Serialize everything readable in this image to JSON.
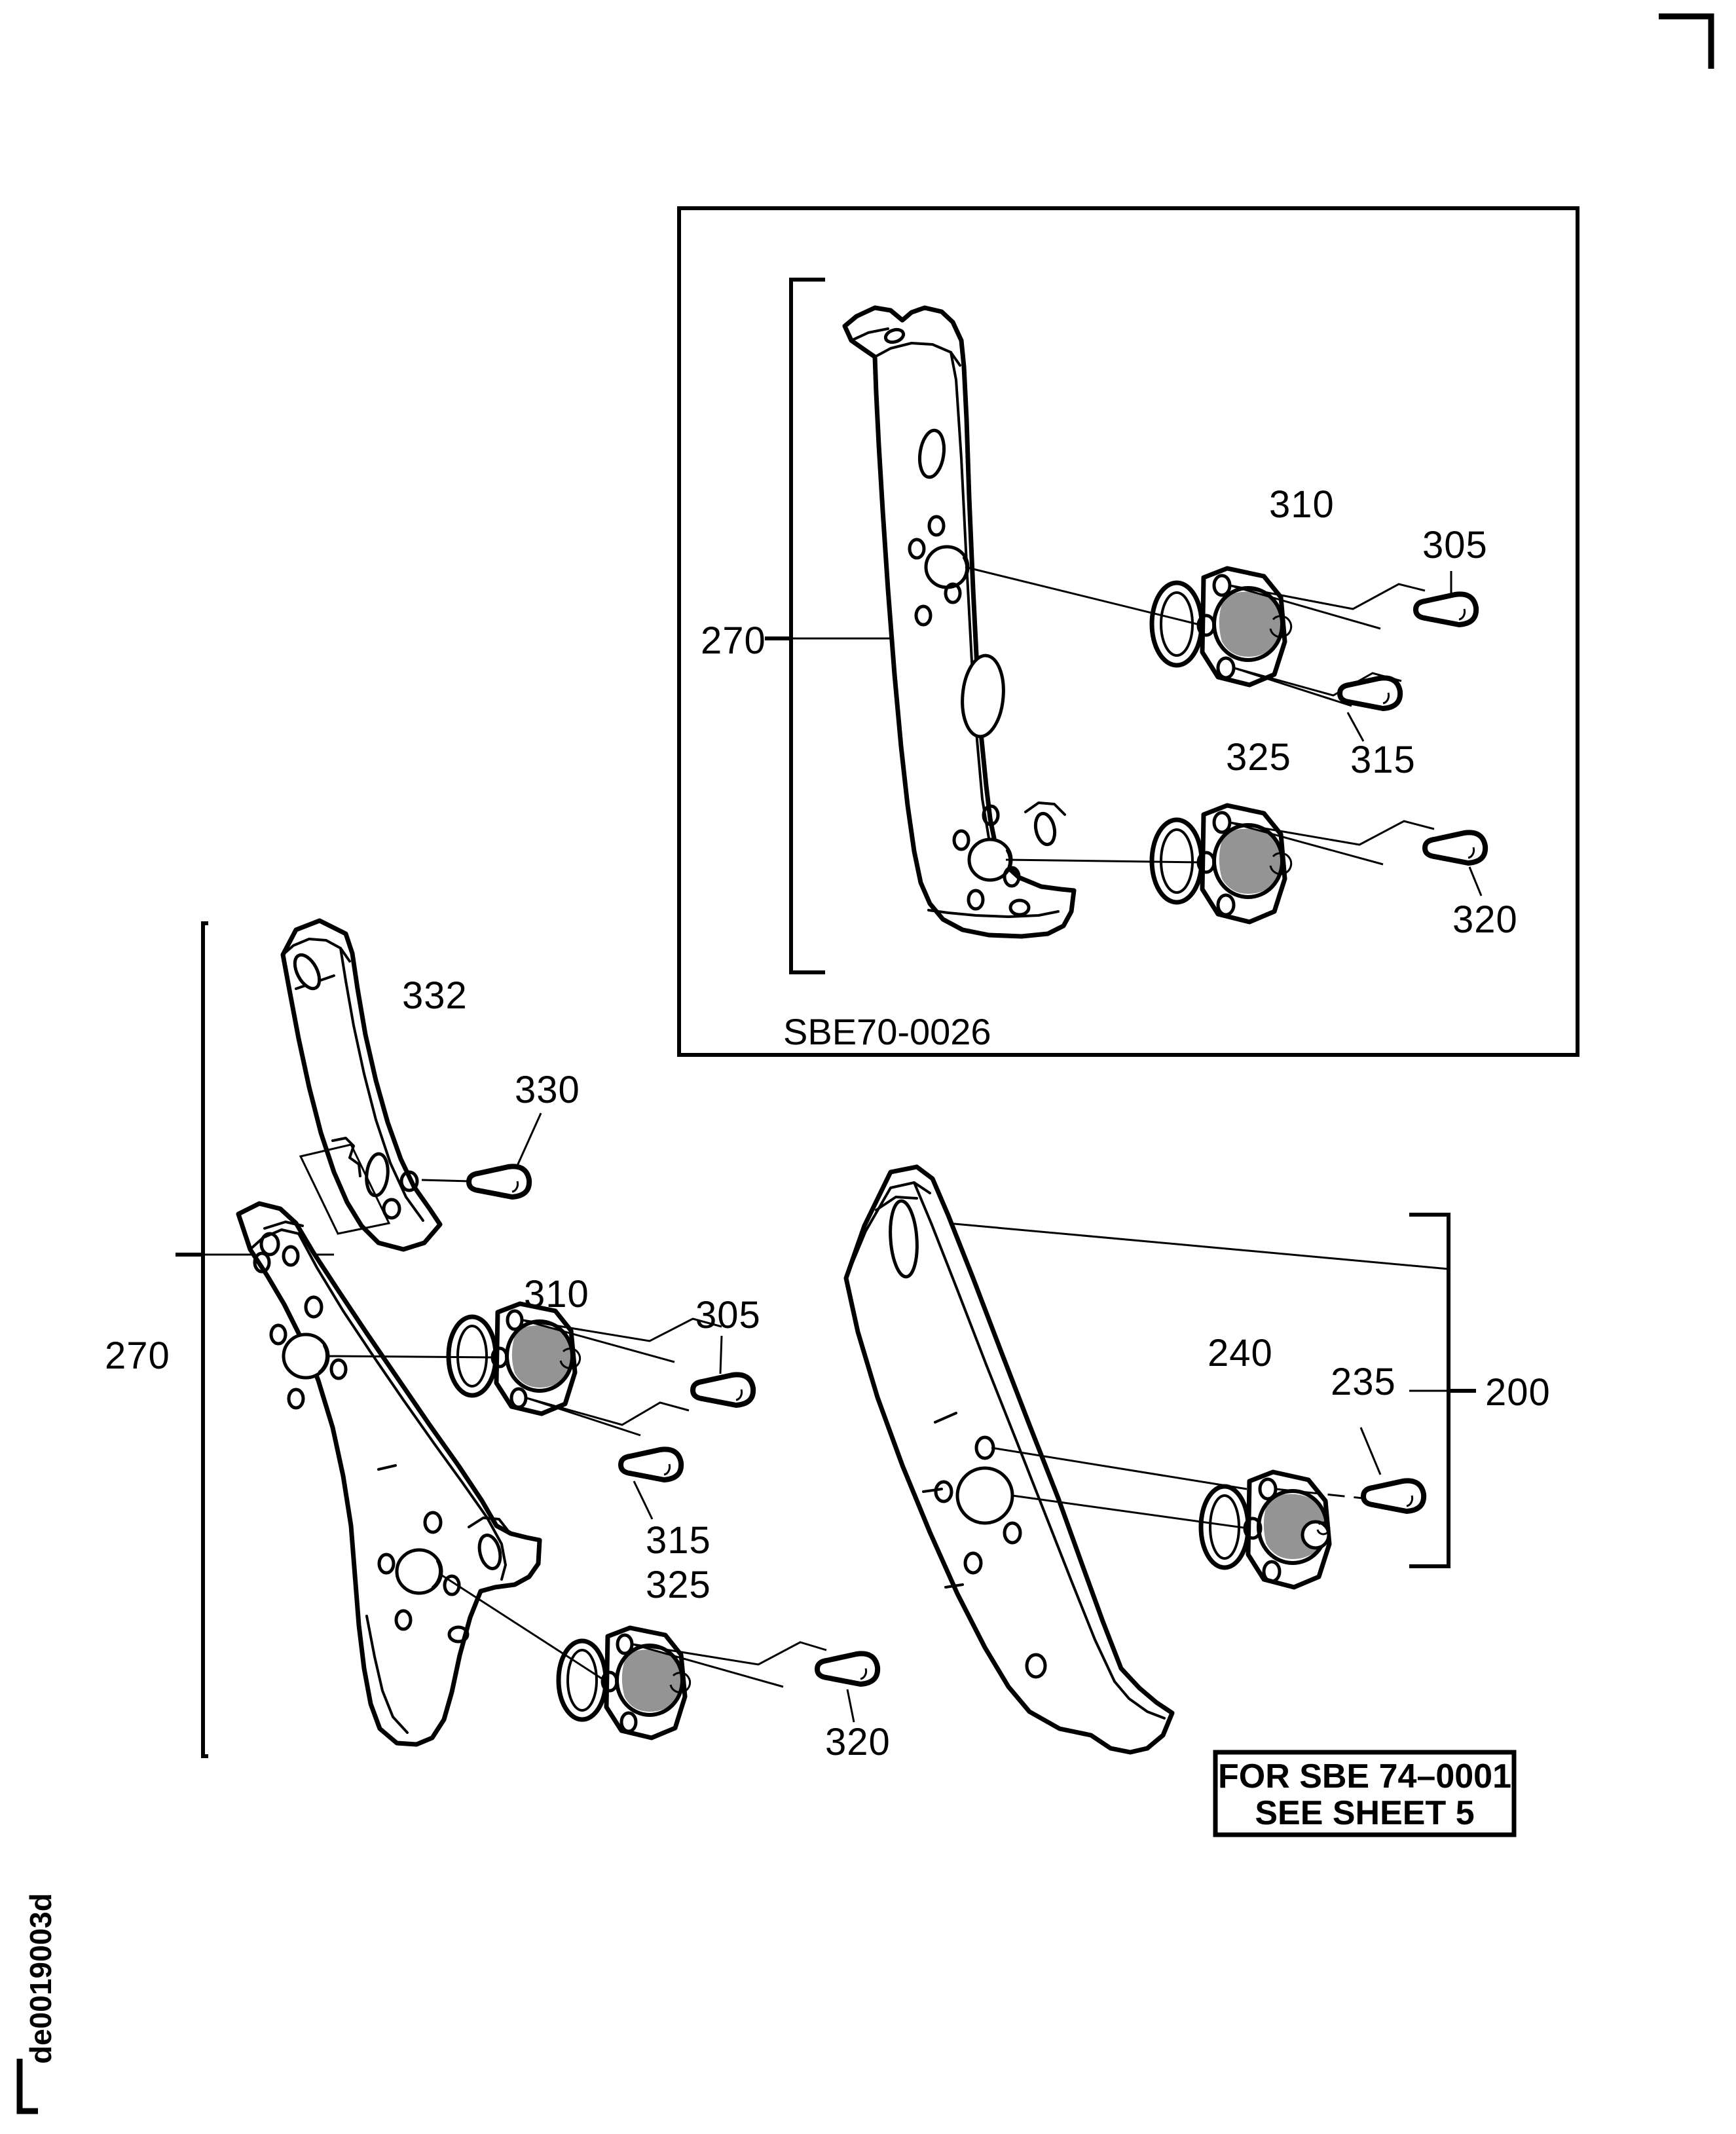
{
  "sheet": {
    "identifier": "de0019003d",
    "registration_marks": [
      "top-right",
      "bottom-left"
    ]
  },
  "inset": {
    "code_label": "SBE70-0026",
    "bracket_label": "270",
    "callouts": [
      {
        "id": "c310",
        "number": "310"
      },
      {
        "id": "c305",
        "number": "305"
      },
      {
        "id": "c315",
        "number": "315"
      },
      {
        "id": "c325",
        "number": "325"
      },
      {
        "id": "c320",
        "number": "320"
      }
    ]
  },
  "left_assembly": {
    "bracket_label": "270",
    "callouts": [
      {
        "id": "l332",
        "number": "332"
      },
      {
        "id": "l330",
        "number": "330"
      },
      {
        "id": "l310",
        "number": "310"
      },
      {
        "id": "l305",
        "number": "305"
      },
      {
        "id": "l315",
        "number": "315"
      },
      {
        "id": "l325",
        "number": "325"
      },
      {
        "id": "l320",
        "number": "320"
      }
    ]
  },
  "right_assembly": {
    "bracket_label": "200",
    "callouts": [
      {
        "id": "r240",
        "number": "240"
      },
      {
        "id": "r235",
        "number": "235"
      }
    ]
  },
  "note_box": {
    "line1": "FOR SBE 74–0001",
    "line2": "SEE SHEET 5"
  }
}
